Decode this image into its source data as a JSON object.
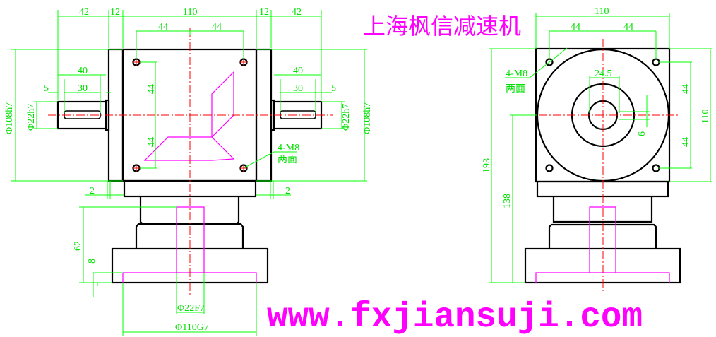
{
  "title": "上海枫信减速机",
  "url": "www.fxjiansuji.com",
  "colors": {
    "outline": "#000000",
    "dimension": "#00ff00",
    "hidden": "#ff00ff",
    "centerline": "#ff0000"
  },
  "front_view": {
    "dim_shaft_len_left": "42",
    "dim_flange_left": "12",
    "dim_body_width": "110",
    "dim_flange_right": "12",
    "dim_shaft_len_right": "42",
    "dim_hole_left": "44",
    "dim_hole_right": "44",
    "dim_key_total_left": "40",
    "dim_key_len_left": "30",
    "dim_key_offset_left": "5",
    "dim_key_total_right": "40",
    "dim_key_len_right": "30",
    "dim_key_offset_right": "5",
    "dim_pilot_left": "Φ108h7",
    "dim_shaft_dia_left": "Φ22h7",
    "dim_shaft_dia_right": "Φ22h7",
    "dim_pilot_right": "Φ108h7",
    "dim_hole_vert_top": "44",
    "dim_hole_vert_bottom": "44",
    "thread_note": "4-M8",
    "thread_note_sub": "两面",
    "dim_gap_left": "2",
    "dim_gap_right": "2",
    "dim_input_height": "62",
    "dim_input_depth": "8",
    "dim_bore": "Φ22F7",
    "dim_spigot": "Φ110G7"
  },
  "side_view": {
    "dim_width": "110",
    "dim_hole_left": "44",
    "dim_hole_right": "44",
    "thread_note": "4-M8",
    "thread_note_sub": "两面",
    "dim_bore": "24.5",
    "dim_key": "6",
    "dim_hole_vert_top": "44",
    "dim_hole_vert_bottom": "44",
    "dim_height": "110",
    "dim_total_height": "193",
    "dim_center_height": "138"
  }
}
